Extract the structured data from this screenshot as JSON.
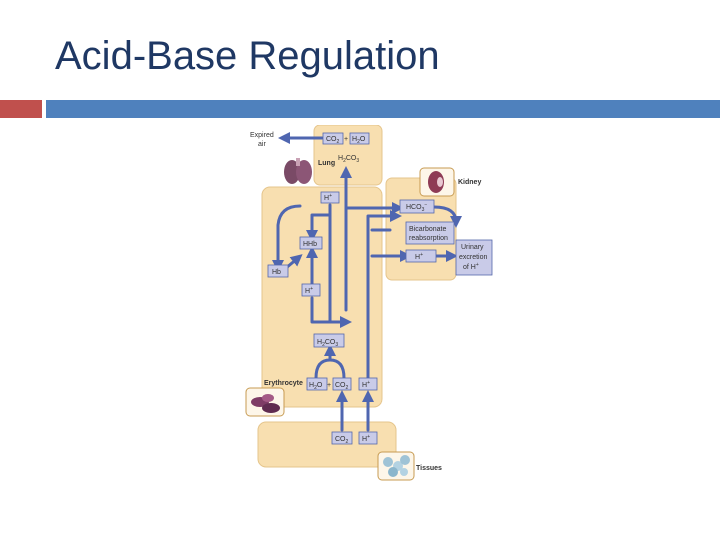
{
  "slide": {
    "title": "Acid-Base Regulation",
    "colors": {
      "title": "#1f3864",
      "accent_red": "#c0504d",
      "accent_blue": "#4f81bd",
      "panel": "#f8dfb0",
      "panel_border": "#e5c58c",
      "box_fill": "#c9cbe8",
      "arrow": "#4f66b0"
    }
  },
  "diagram": {
    "expired_air_1": "Expired",
    "expired_air_2": "air",
    "lung": "Lung",
    "kidney": "Kidney",
    "erythrocyte": "Erythrocyte",
    "tissues": "Tissues",
    "co2": "CO",
    "h2o": "H",
    "o_letter": "O",
    "sub2": "2",
    "sub3": "3",
    "plus": "+",
    "h2co3_h": "H",
    "h2co3_co": "CO",
    "h_plus": "H",
    "superscript_plus": "+",
    "hhb": "HHb",
    "hb": "Hb",
    "hco3": "HCO",
    "superscript_minus": "−",
    "bicarb_1": "Bicarbonate",
    "bicarb_2": "reabsorption",
    "urinary_1": "Urinary",
    "urinary_2": "excretion",
    "urinary_3": "of H",
    "icons": [
      "lung-icon",
      "kidney-icon",
      "erythrocyte-icon",
      "tissue-cells-icon"
    ]
  }
}
